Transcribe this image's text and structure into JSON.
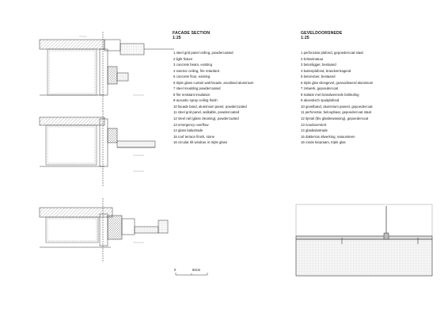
{
  "english": {
    "title": "FACADE SECTION",
    "scale": "1:25",
    "items": [
      "1 steel grid panel ceiling, powdercoated",
      "2 light fixture",
      "3 concrete beam, existing",
      "4 exterior ceiling, fire retardant",
      "5 concrete floor, existing",
      "6 triple glass curtain wall facade, anodised aluminium",
      "7 steel moulding powdercoated",
      "8 fire resistant insulation",
      "9 acoustic spray ceiling finish",
      "10 facade band, aluminium panel, powdercoated",
      "11 steel grid panel, walkable, powdercoated",
      "12 steel rail (glass cleaning), powdercoated",
      "13 emergency overflow",
      "14 glass balustrade",
      "15 roof terrace finish, stone",
      "16 circular tilt window, in triple glass"
    ]
  },
  "dutch": {
    "title": "GEVELDOORSNEDE",
    "scale": "1:25",
    "items": [
      "1 perforostar plafond, gepoedercoat staal",
      "2 lichtarmatuur",
      "3 betonligger, bestaand",
      "4 buitenplafond, brandvertragend",
      "5 betonvloer, bestaand",
      "6 triple glas vliesgevel, geanodiseerd aluminium",
      "7 zetwerk, gepoedercoat",
      "8 isolatie met brandwerende bekleding",
      "9 akoestisch spuitplafond",
      "10 gevelband, aluminium paneel, gepoedercoat",
      "11 perforostar, beloopbaar, gepoedercoat staal",
      "12 tijnrail (tbv glasbewassing), gepoedercoat",
      "13 noodoverstort",
      "14 glasbalustrade",
      "15 dakterras afwerking, natuursteen",
      "16 ronde kiepraam, triple glas"
    ]
  },
  "scale_bar": {
    "zero": "0",
    "length": "50cm"
  }
}
